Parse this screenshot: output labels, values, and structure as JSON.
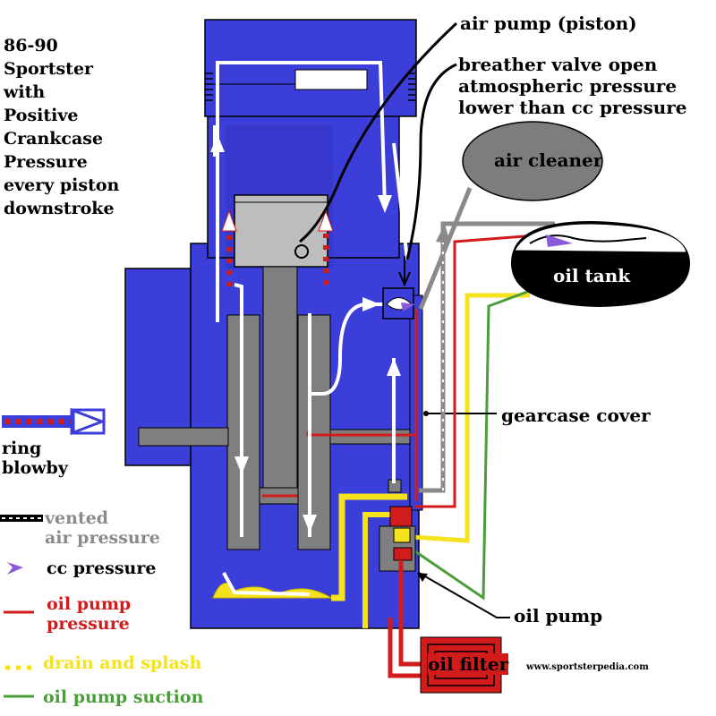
{
  "title_lines": [
    "86-90",
    "Sportster",
    "with",
    "Positive",
    "Crankcase",
    "Pressure",
    "every piston",
    "downstroke"
  ],
  "labels": {
    "air_pump": "air pump (piston)",
    "breather_lines": [
      "breather valve open",
      "atmospheric pressure",
      "lower than cc pressure"
    ],
    "air_cleaner": "air cleaner",
    "oil_tank": "oil tank",
    "gearcase_cover": "gearcase cover",
    "oil_pump": "oil pump",
    "oil_filter": "oil filter",
    "website": "www.sportsterpedia.com"
  },
  "legend": {
    "ring_blowby": [
      "ring",
      "blowby"
    ],
    "vented_air": [
      "vented",
      "air pressure"
    ],
    "cc_pressure": "cc pressure",
    "oil_pump_pressure": [
      "oil pump",
      "pressure"
    ],
    "drain_splash": "drain and splash",
    "oil_pump_suction": "oil pump suction"
  },
  "colors": {
    "engine_blue": "#3b3ed8",
    "dark_blue": "#1a1f8a",
    "grey": "#7f7f7f",
    "oil_red": "#d21c1c",
    "drain_yellow": "#f5e21c",
    "suction_green": "#4a9d3a",
    "vent_grey": "#8a8a8a",
    "air_cleaner_grey": "#7d7d7d",
    "oil_tank_black": "#000000",
    "cc_purple": "#8a5bd8"
  },
  "icons": {
    "ring_blowby": "red-white-dashed-arrow",
    "vented": "black-white-dashed-line",
    "cc_pressure": "purple-arrowhead",
    "oil_pressure": "red-line",
    "drain": "yellow-dotted-line",
    "suction": "green-line"
  }
}
